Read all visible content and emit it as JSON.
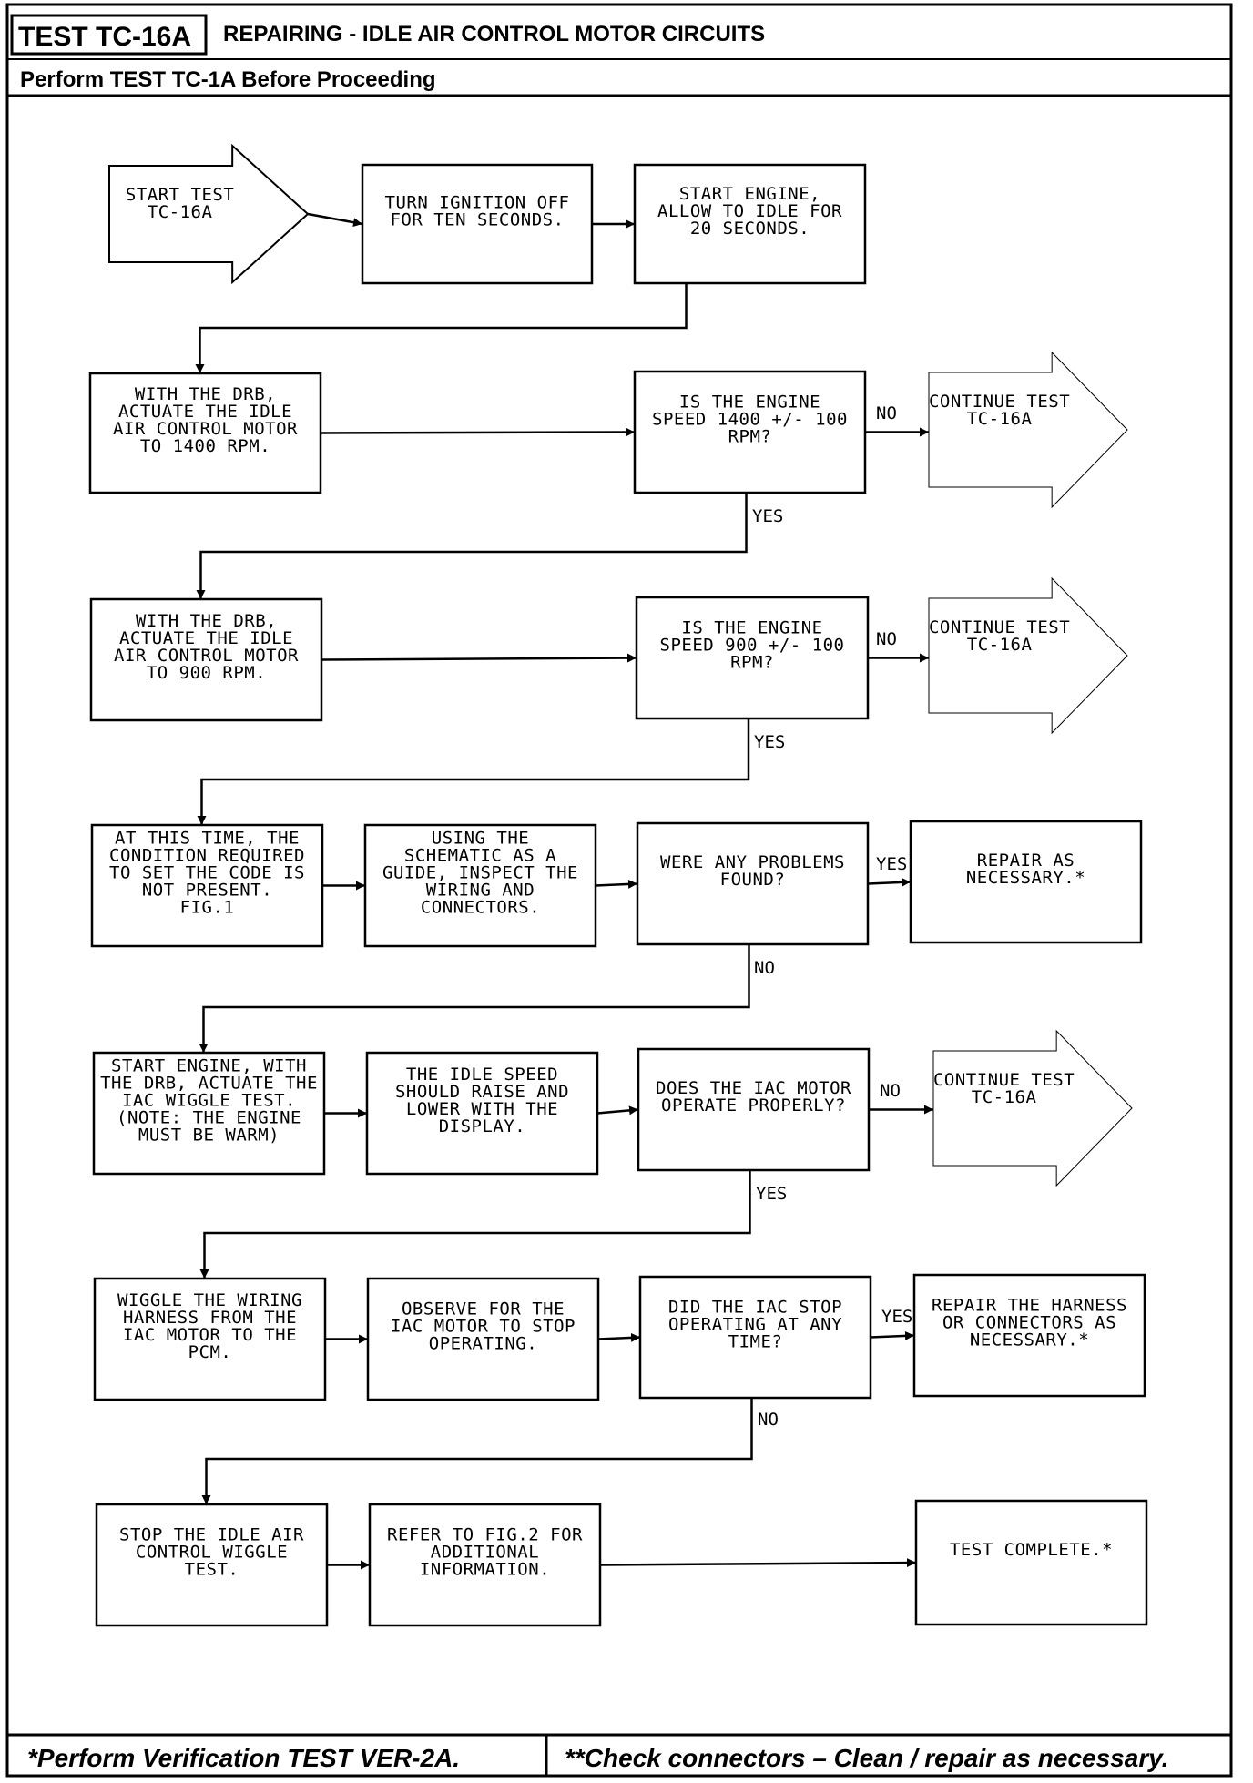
{
  "header": {
    "test_id": "TEST TC-16A",
    "title": "REPAIRING - IDLE AIR CONTROL MOTOR CIRCUITS",
    "subtitle": "Perform TEST TC-1A Before Proceeding"
  },
  "nodes": {
    "start": [
      "START TEST",
      "TC-16A"
    ],
    "ignition_off": [
      "TURN IGNITION OFF",
      "FOR TEN SECONDS."
    ],
    "start_engine_idle": [
      "START ENGINE,",
      "ALLOW TO IDLE FOR",
      "20 SECONDS."
    ],
    "actuate_1400": [
      "WITH THE DRB,",
      "ACTUATE THE IDLE",
      "AIR CONTROL MOTOR",
      "TO 1400 RPM."
    ],
    "q_speed_1400": [
      "IS THE ENGINE",
      "SPEED 1400 +/- 100",
      "RPM?"
    ],
    "continue_1": [
      "CONTINUE TEST",
      "TC-16A"
    ],
    "actuate_900": [
      "WITH THE DRB,",
      "ACTUATE THE IDLE",
      "AIR CONTROL MOTOR",
      "TO 900 RPM."
    ],
    "q_speed_900": [
      "IS THE ENGINE",
      "SPEED 900 +/- 100",
      "RPM?"
    ],
    "continue_2": [
      "CONTINUE TEST",
      "TC-16A"
    ],
    "condition_not_present": [
      "AT THIS TIME, THE",
      "CONDITION REQUIRED",
      "TO SET THE CODE IS",
      "NOT PRESENT.",
      "FIG.1"
    ],
    "inspect_wiring": [
      "USING THE",
      "SCHEMATIC AS A",
      "GUIDE, INSPECT THE",
      "WIRING AND",
      "CONNECTORS."
    ],
    "q_problems": [
      "WERE ANY PROBLEMS",
      "FOUND?"
    ],
    "repair_1": [
      "REPAIR AS",
      "NECESSARY.*"
    ],
    "wiggle_test": [
      "START ENGINE, WITH",
      "THE DRB, ACTUATE THE",
      "IAC WIGGLE TEST.",
      "(NOTE: THE ENGINE",
      "MUST BE WARM)"
    ],
    "idle_raise_lower": [
      "THE IDLE SPEED",
      "SHOULD RAISE AND",
      "LOWER WITH THE",
      "DISPLAY."
    ],
    "q_iac_operate": [
      "DOES THE IAC MOTOR",
      "OPERATE PROPERLY?"
    ],
    "continue_3": [
      "CONTINUE TEST",
      "TC-16A"
    ],
    "wiggle_harness": [
      "WIGGLE THE WIRING",
      "HARNESS FROM THE",
      "IAC MOTOR TO THE",
      "PCM."
    ],
    "observe_stop": [
      "OBSERVE FOR THE",
      "IAC MOTOR TO STOP",
      "OPERATING."
    ],
    "q_iac_stop": [
      "DID THE IAC STOP",
      "OPERATING AT ANY",
      "TIME?"
    ],
    "repair_harness": [
      "REPAIR THE HARNESS",
      "OR CONNECTORS AS",
      "NECESSARY.*"
    ],
    "stop_wiggle": [
      "STOP THE IDLE AIR",
      "CONTROL WIGGLE",
      "TEST."
    ],
    "refer_fig2": [
      "REFER TO FIG.2 FOR",
      "ADDITIONAL",
      "INFORMATION."
    ],
    "test_complete": [
      "TEST COMPLETE.*"
    ]
  },
  "labels": {
    "no": "NO",
    "yes": "YES"
  },
  "footer": {
    "left": "*Perform Verification TEST VER-2A.",
    "right": "**Check connectors – Clean / repair as necessary."
  }
}
